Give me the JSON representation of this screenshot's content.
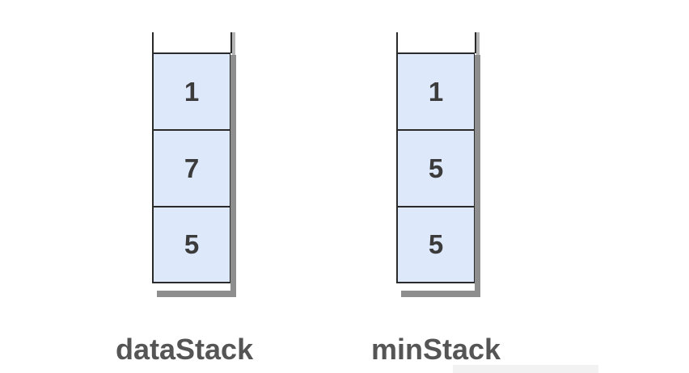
{
  "dataStack": {
    "label": "dataStack",
    "items": [
      "1",
      "7",
      "5"
    ]
  },
  "minStack": {
    "label": "minStack",
    "items": [
      "1",
      "5",
      "5"
    ]
  },
  "colors": {
    "cell_fill": "#dde8fa",
    "cell_border": "#2a2a2a",
    "text": "#3b3b3b",
    "label": "#555555",
    "shadow": "#8e8e8e"
  }
}
